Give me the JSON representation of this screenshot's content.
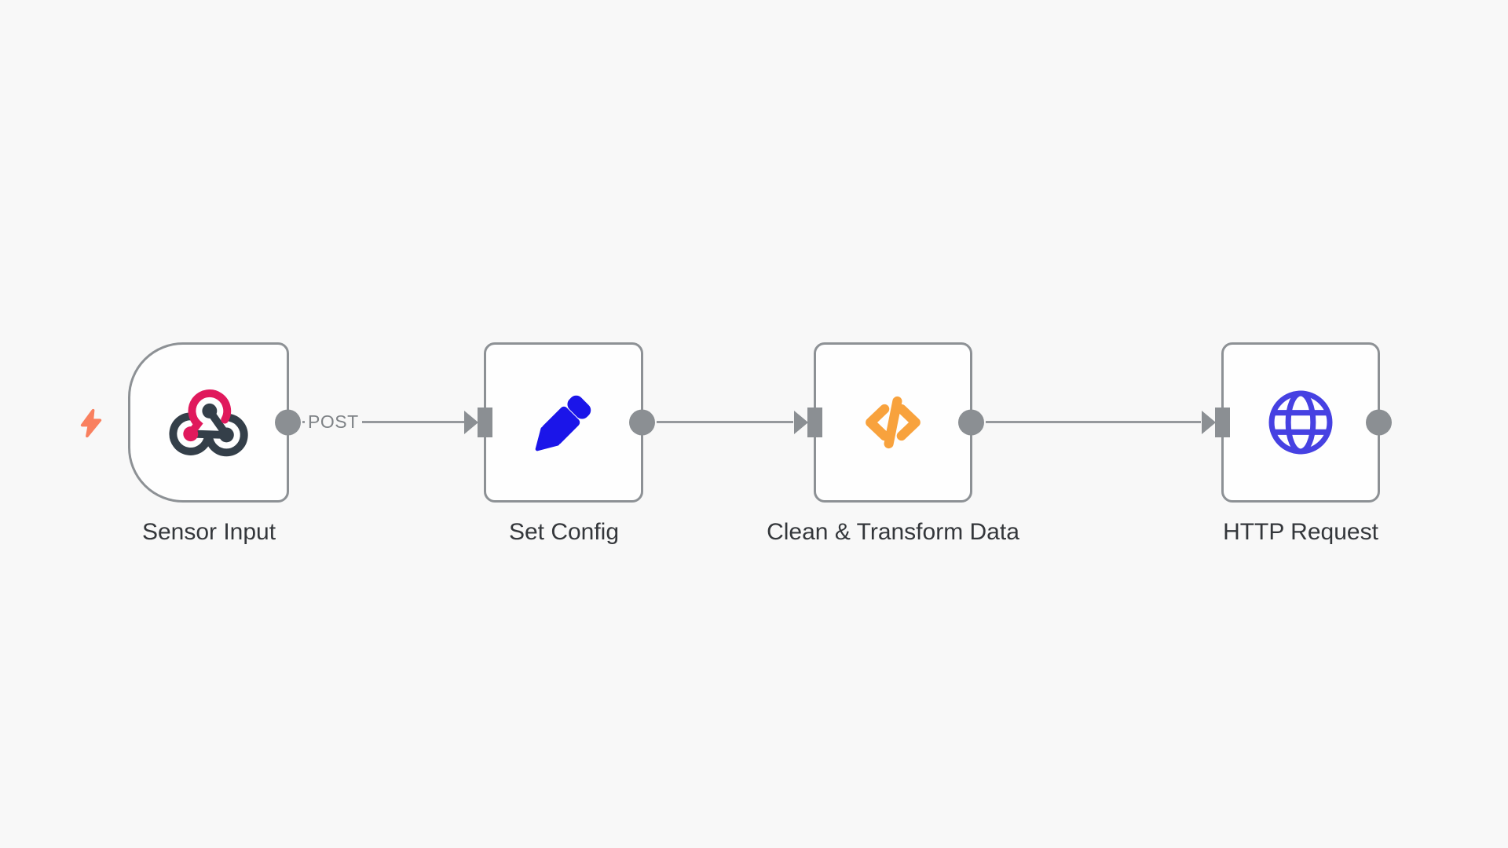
{
  "nodes": [
    {
      "label": "Sensor Input",
      "kind": "webhook-trigger",
      "icon": "webhook-icon"
    },
    {
      "label": "Set Config",
      "kind": "set",
      "icon": "pencil-icon"
    },
    {
      "label": "Clean & Transform Data",
      "kind": "code",
      "icon": "code-icon"
    },
    {
      "label": "HTTP Request",
      "kind": "http-request",
      "icon": "globe-icon"
    }
  ],
  "connections": [
    {
      "from": "Sensor Input",
      "to": "Set Config",
      "label": "POST"
    },
    {
      "from": "Set Config",
      "to": "Clean & Transform Data",
      "label": ""
    },
    {
      "from": "Clean & Transform Data",
      "to": "HTTP Request",
      "label": ""
    }
  ],
  "colors": {
    "canvas_bg": "#f8f8f8",
    "node_bg": "#fefefe",
    "node_border": "#8d9195",
    "port_gray": "#8b8f93",
    "line_gray": "#96999d",
    "label_text": "#34373b",
    "connection_label_text": "#7e8286",
    "webhook_pink": "#e0195c",
    "webhook_dark": "#343f49",
    "pencil_blue": "#1b15e9",
    "code_orange": "#f8a23d",
    "globe_indigo": "#4641e2",
    "lightning_coral": "#f9805f"
  }
}
